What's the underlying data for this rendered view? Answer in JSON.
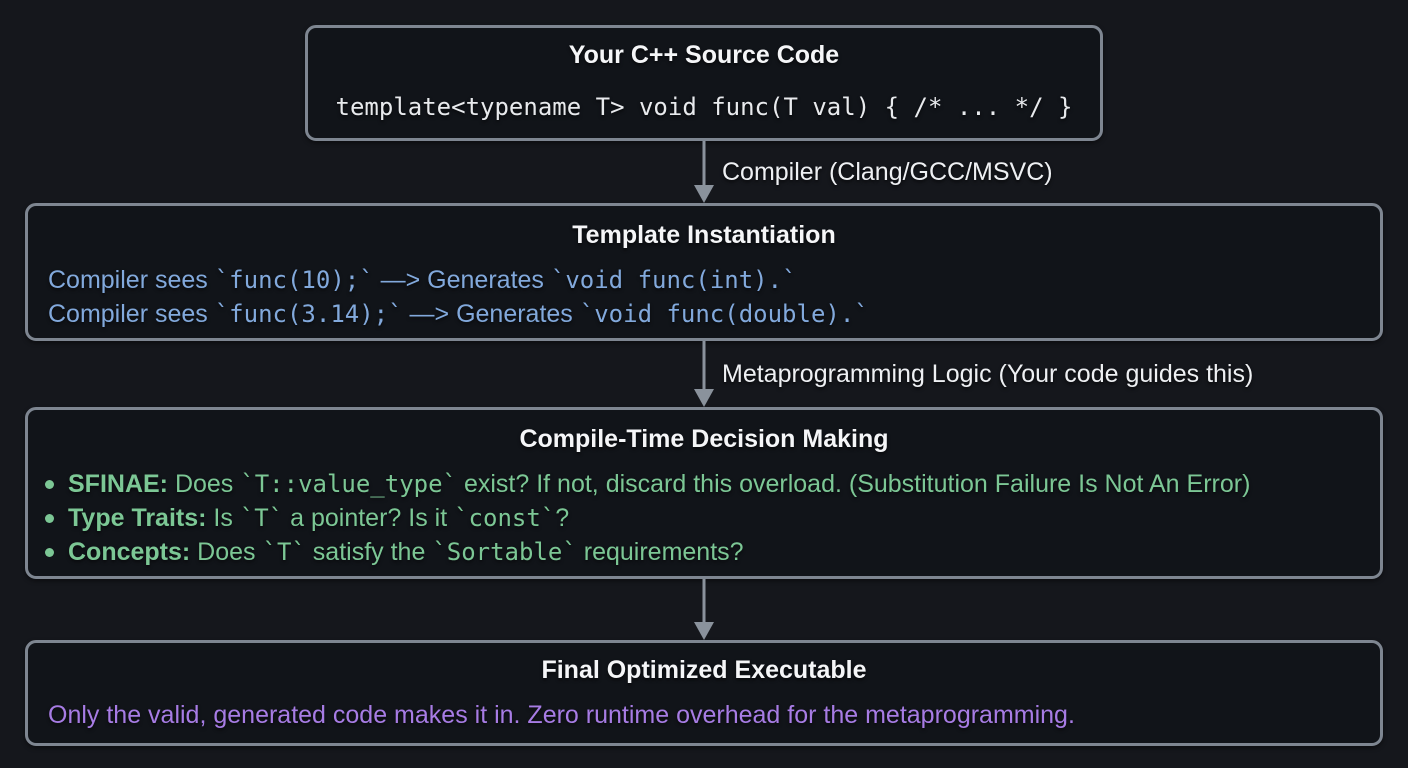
{
  "colors": {
    "page_bg": "#15171c",
    "box_bg": "#111419",
    "box_border": "#7e8691",
    "title_text": "#f5f6f8",
    "label_text": "#eef0f3",
    "arrow_gray": "#8a929c",
    "code_white": "#e8eaed",
    "blue": "#82a9dc",
    "green": "#7cc795",
    "purple": "#a77ce4"
  },
  "flow": {
    "source_box": {
      "title": "Your C++ Source Code",
      "code": "template<typename T> void func(T val) { /* ... */ }"
    },
    "arrow1_label": "Compiler (Clang/GCC/MSVC)",
    "instantiation_box": {
      "title": "Template Instantiation",
      "lines": [
        [
          {
            "t": "Compiler sees "
          },
          {
            "t": "`func(10);`",
            "mono": true
          },
          {
            "t": " —> Generates "
          },
          {
            "t": "`void func(int).`",
            "mono": true
          }
        ],
        [
          {
            "t": "Compiler sees "
          },
          {
            "t": "`func(3.14);`",
            "mono": true
          },
          {
            "t": " —> Generates "
          },
          {
            "t": "`void func(double).`",
            "mono": true
          }
        ]
      ]
    },
    "arrow2_label": "Metaprogramming Logic (Your code guides this)",
    "decision_box": {
      "title": "Compile-Time Decision Making",
      "bullets": [
        [
          {
            "t": "SFINAE:",
            "bold": true
          },
          {
            "t": " Does "
          },
          {
            "t": "`T::value_type`",
            "mono": true
          },
          {
            "t": " exist? If not, discard this overload. (Substitution Failure Is Not An Error)"
          }
        ],
        [
          {
            "t": "Type Traits:",
            "bold": true
          },
          {
            "t": " Is "
          },
          {
            "t": "`T`",
            "mono": true
          },
          {
            "t": " a pointer? Is it "
          },
          {
            "t": "`const`",
            "mono": true
          },
          {
            "t": "?"
          }
        ],
        [
          {
            "t": "Concepts:",
            "bold": true
          },
          {
            "t": " Does "
          },
          {
            "t": "`T`",
            "mono": true
          },
          {
            "t": " satisfy the "
          },
          {
            "t": "`Sortable`",
            "mono": true
          },
          {
            "t": " requirements?"
          }
        ]
      ]
    },
    "final_box": {
      "title": "Final Optimized Executable",
      "line": "Only the valid, generated code makes it in. Zero runtime overhead for the metaprogramming."
    }
  }
}
